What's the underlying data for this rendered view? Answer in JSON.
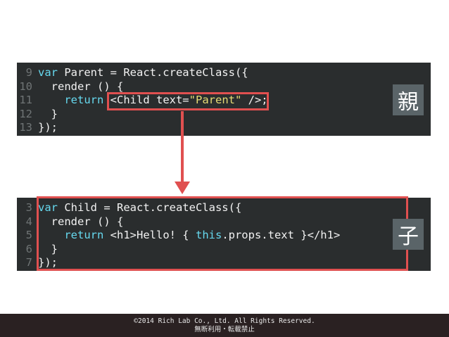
{
  "parent_code": {
    "lines": [
      {
        "no": "9",
        "tokens": [
          [
            "kw",
            "var"
          ],
          [
            "plain",
            " Parent = React.createClass({"
          ]
        ]
      },
      {
        "no": "10",
        "tokens": [
          [
            "plain",
            "  render () {"
          ]
        ]
      },
      {
        "no": "11",
        "tokens": [
          [
            "plain",
            "    "
          ],
          [
            "kw",
            "return"
          ],
          [
            "plain",
            " <Child text="
          ],
          [
            "str",
            "\"Parent\""
          ],
          [
            "plain",
            " />;"
          ]
        ]
      },
      {
        "no": "12",
        "tokens": [
          [
            "plain",
            "  }"
          ]
        ]
      },
      {
        "no": "13",
        "tokens": [
          [
            "plain",
            "});"
          ]
        ]
      }
    ]
  },
  "child_code": {
    "lines": [
      {
        "no": "3",
        "tokens": [
          [
            "kw",
            "var"
          ],
          [
            "plain",
            " Child = React.createClass({"
          ]
        ]
      },
      {
        "no": "4",
        "tokens": [
          [
            "plain",
            "  render () {"
          ]
        ]
      },
      {
        "no": "5",
        "tokens": [
          [
            "plain",
            "    "
          ],
          [
            "kw",
            "return"
          ],
          [
            "plain",
            " <h1>Hello! { "
          ],
          [
            "kw",
            "this"
          ],
          [
            "plain",
            ".props.text }</h1>"
          ]
        ]
      },
      {
        "no": "6",
        "tokens": [
          [
            "plain",
            "  }"
          ]
        ]
      },
      {
        "no": "7",
        "tokens": [
          [
            "plain",
            "});"
          ]
        ]
      }
    ]
  },
  "badges": {
    "parent": "親",
    "child": "子"
  },
  "footer": {
    "line1": "©2014 Rich Lab Co., Ltd. All Rights Reserved.",
    "line2": "無断利用・転載禁止"
  },
  "colors": {
    "highlight": "#e05050",
    "panel_bg": "#2a2d2e",
    "keyword": "#66d9ef",
    "string": "#e6db74"
  }
}
